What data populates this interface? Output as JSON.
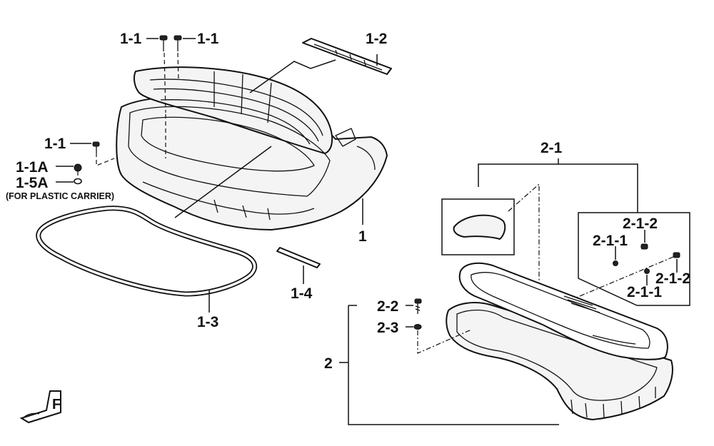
{
  "labels": {
    "l_1_1_top_left": "1-1",
    "l_1_1_top_right": "1-1",
    "l_1_2": "1-2",
    "l_1_1_side": "1-1",
    "l_1_1A": "1-1A",
    "l_1_5A": "1-5A",
    "note_plastic_carrier": "(FOR PLASTIC CARRIER)",
    "l_1": "1",
    "l_1_3": "1-3",
    "l_1_4": "1-4",
    "l_2_1": "2-1",
    "l_2_1_2_top": "2-1-2",
    "l_2_1_1_top": "2-1-1",
    "l_2_1_2_bottom": "2-1-2",
    "l_2_1_1_bottom": "2-1-1",
    "l_2_2": "2-2",
    "l_2_3": "2-3",
    "l_2": "2"
  },
  "front_marker": "F",
  "icons": {
    "front_arrow": "front-direction-arrow-icon"
  }
}
